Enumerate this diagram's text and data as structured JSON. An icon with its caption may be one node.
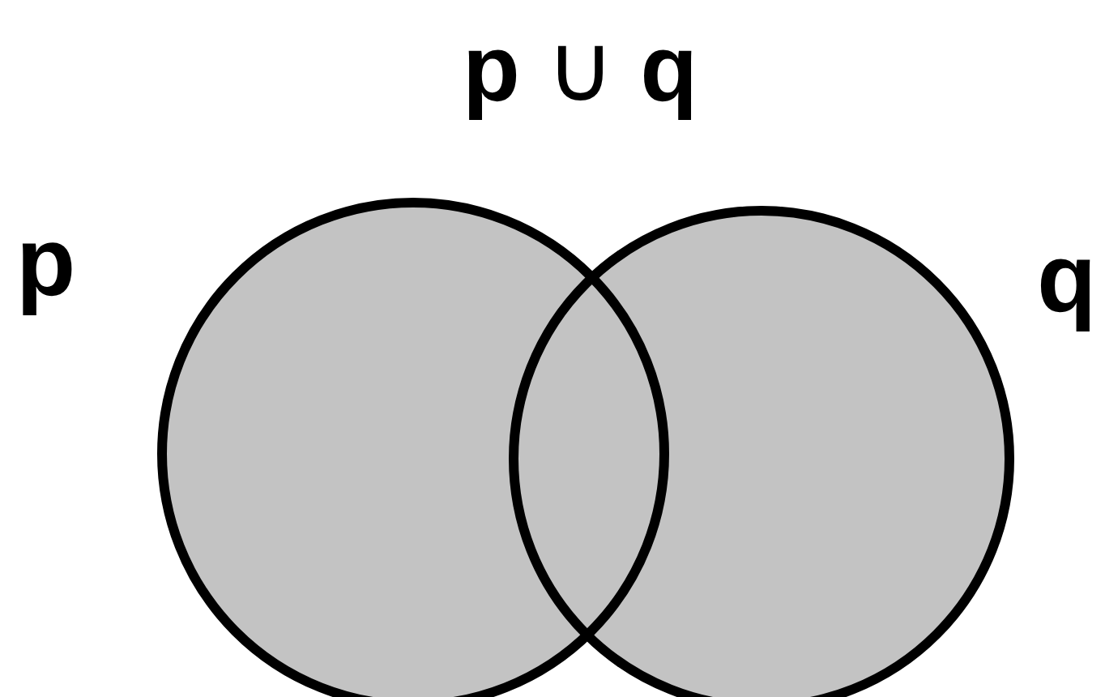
{
  "diagram": {
    "title": "**p** ∪ **q**",
    "nodes": [
      {
        "text": [],
        "shape": "circle",
        "beside": [
          "p"
        ]
      },
      {
        "text": [],
        "shape": "circle",
        "beside": [
          "q"
        ]
      }
    ]
  }
}
